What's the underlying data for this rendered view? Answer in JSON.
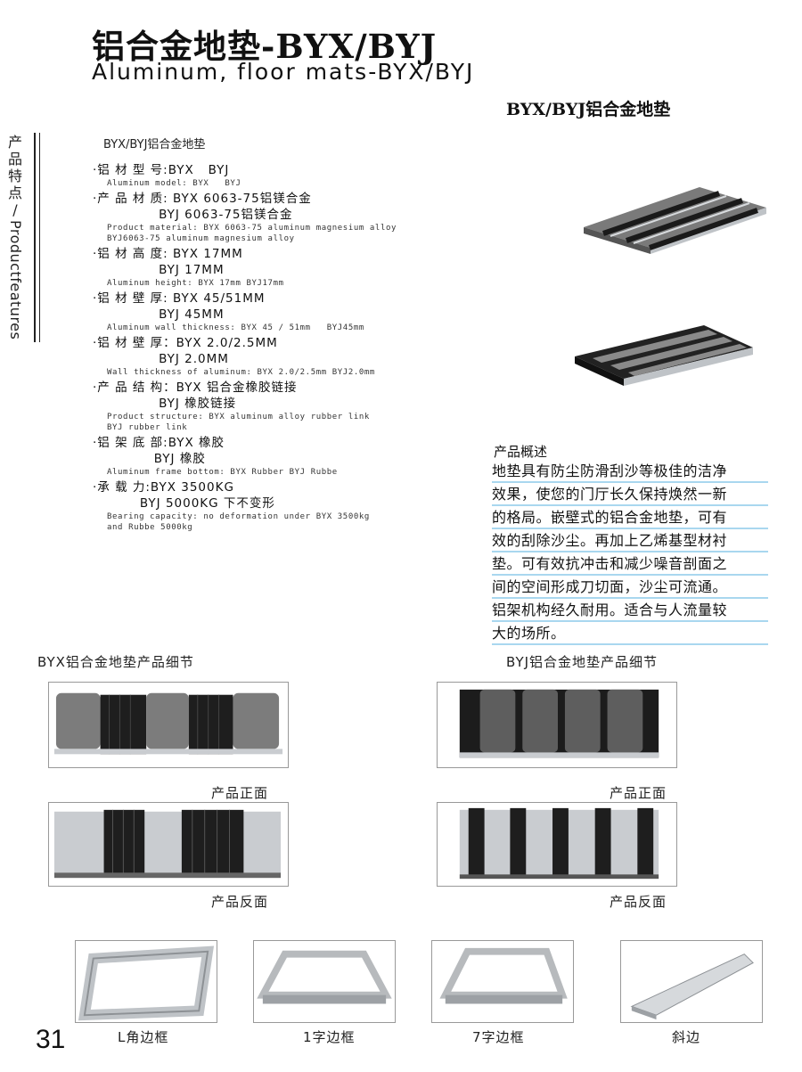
{
  "header": {
    "title_cn": "铝合金地垫-BYX/BYJ",
    "title_en": "Aluminum, floor mats-BYX/BYJ",
    "right_heading": "BYX/BYJ铝合金地垫"
  },
  "sidebar": {
    "label_cn": [
      "产",
      "品",
      "特",
      "点",
      "/"
    ],
    "label_en": "Productfeatures"
  },
  "specs": {
    "heading": "BYX/BYJ铝合金地垫",
    "items": [
      {
        "lines": [
          "·铝 材 型 号:BYX   BYJ"
        ],
        "en": [
          "Aluminum model: BYX   BYJ"
        ]
      },
      {
        "lines": [
          "·产 品 材 质: BYX 6063-75铝镁合金",
          "              BYJ 6063-75铝镁合金"
        ],
        "en": [
          "Product material: BYX 6063-75 aluminum magnesium alloy",
          "BYJ6063-75 aluminum magnesium alloy"
        ]
      },
      {
        "lines": [
          "·铝 材 高 度: BYX 17MM",
          "              BYJ 17MM"
        ],
        "en": [
          "Aluminum height: BYX 17mm BYJ17mm"
        ]
      },
      {
        "lines": [
          "·铝 材 壁 厚: BYX 45/51MM",
          "              BYJ 45MM"
        ],
        "en": [
          "Aluminum wall thickness: BYX 45 / 51mm   BYJ45mm"
        ]
      },
      {
        "lines": [
          "·铝 材 壁 厚：BYX 2.0/2.5MM",
          "              BYJ 2.0MM"
        ],
        "en": [
          "Wall thickness of aluminum: BYX 2.0/2.5mm BYJ2.0mm"
        ]
      },
      {
        "lines": [
          "·产 品 结 构：BYX 铝合金橡胶链接",
          "              BYJ 橡胶链接"
        ],
        "en": [
          "Product structure: BYX aluminum alloy rubber link",
          "BYJ rubber link"
        ]
      },
      {
        "lines": [
          "·铝 架 底 部:BYX 橡胶",
          "             BYJ 橡胶"
        ],
        "en": [
          "Aluminum frame bottom: BYX Rubber BYJ Rubbe"
        ]
      },
      {
        "lines": [
          "·承 载 力:BYX 3500KG",
          "          BYJ 5000KG 下不变形"
        ],
        "en": [
          "Bearing capacity: no deformation under BYX 3500kg",
          "and Rubbe 5000kg"
        ]
      }
    ]
  },
  "overview": {
    "title": "产品概述",
    "lines": [
      "地垫具有防尘防滑刮沙等极佳的洁净",
      "效果，使您的门厅长久保持焕然一新",
      "的格局。嵌壁式的铝合金地垫，可有",
      "效的刮除沙尘。再加上乙烯基型材衬",
      "垫。可有效抗冲击和减少噪音剖面之",
      "间的空间形成刀切面，沙尘可流通。",
      "铝架机构经久耐用。适合与人流量较",
      "大的场所。"
    ]
  },
  "details": {
    "byx_title": "BYX铝合金地垫产品细节",
    "byj_title": "BYJ铝合金地垫产品细节",
    "front_caption": "产品正面",
    "back_caption": "产品反面"
  },
  "frames": {
    "items": [
      "L角边框",
      "1字边框",
      "7字边框",
      "斜边"
    ]
  },
  "page_number": "31",
  "colors": {
    "accent_underline": "#a9d7ef",
    "rubber": "#1c1c1c",
    "carpet": "#6e6e6e",
    "aluminum": "#c9ccd0"
  }
}
